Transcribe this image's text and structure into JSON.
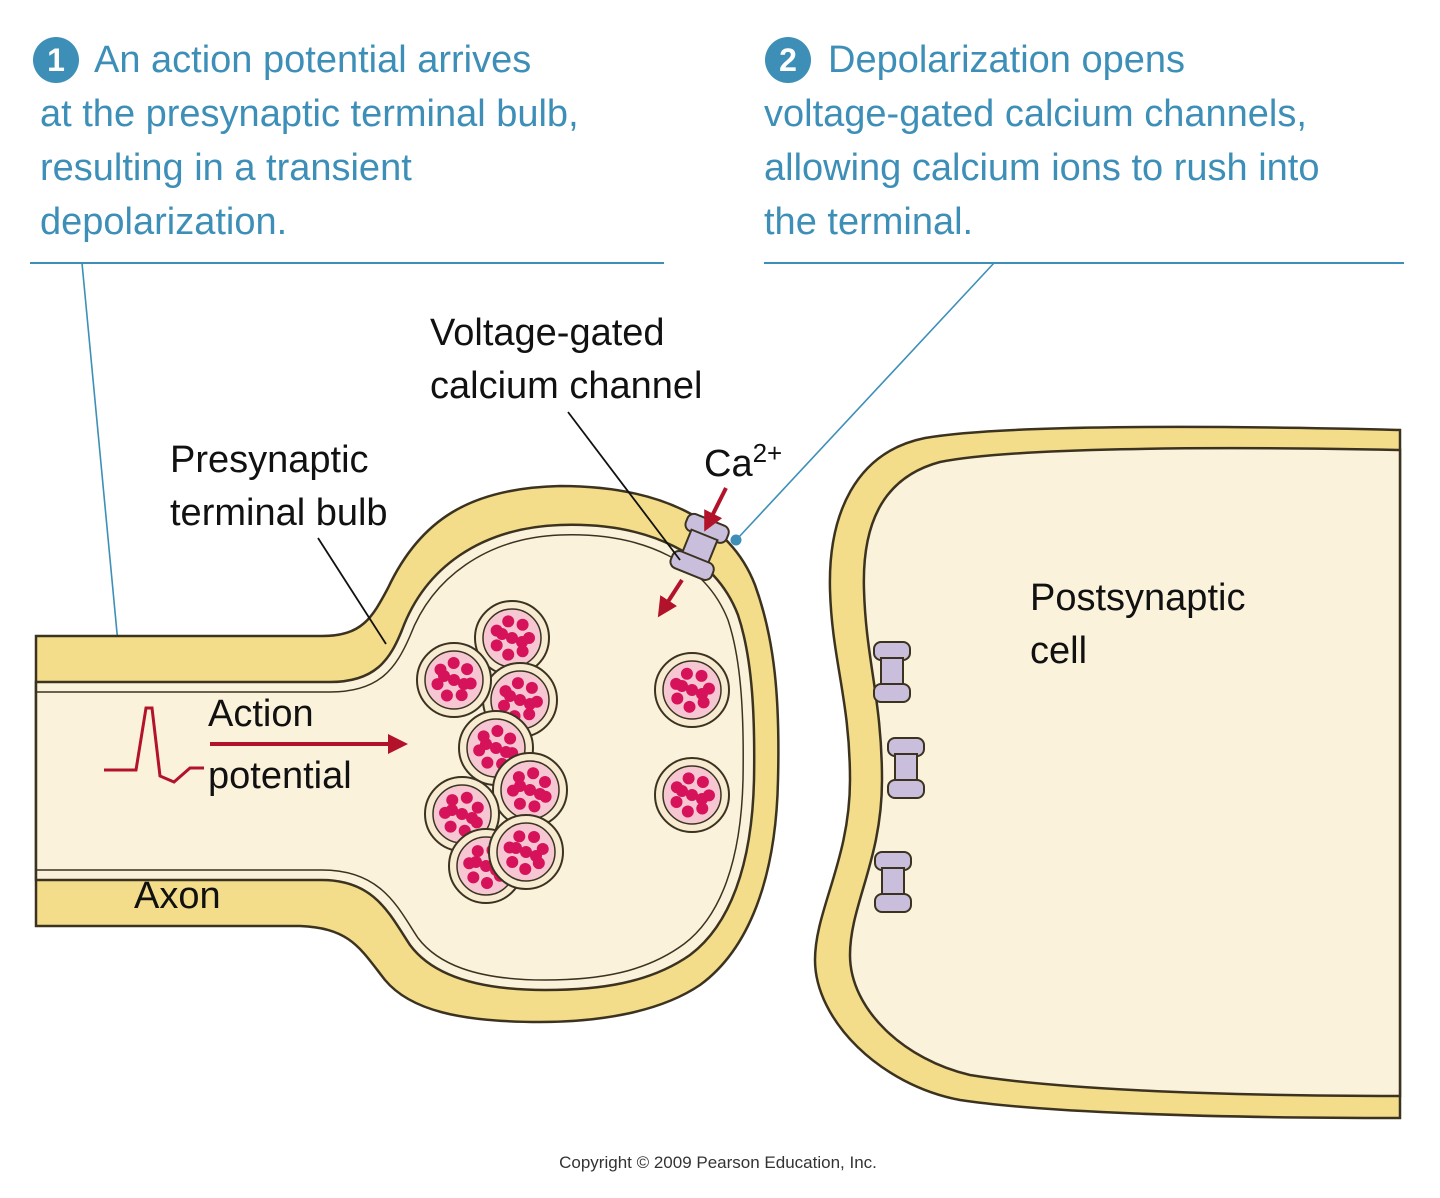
{
  "colors": {
    "membrane": "#f3dc8a",
    "cytoplasm": "#fbf2dc",
    "outline": "#3b3320",
    "caption": "#3d8fb8",
    "vesicle_fill": "#f6c7d3",
    "vesicle_dot": "#d6125a",
    "arrow": "#b3122b",
    "channel": "#c9bfdc"
  },
  "steps": [
    {
      "number": "1",
      "lines": [
        "An action potential arrives",
        "at the presynaptic terminal bulb,",
        "resulting in a transient",
        "depolarization."
      ]
    },
    {
      "number": "2",
      "lines": [
        "Depolarization opens",
        "voltage-gated calcium channels,",
        "allowing calcium ions to rush into",
        "the terminal."
      ]
    }
  ],
  "labels": {
    "channel_line1": "Voltage-gated",
    "channel_line2": "calcium channel",
    "bulb_line1": "Presynaptic",
    "bulb_line2": "terminal bulb",
    "ion": "Ca",
    "ion_charge": "2+",
    "ap_line1": "Action",
    "ap_line2": "potential",
    "axon": "Axon",
    "post_line1": "Postsynaptic",
    "post_line2": "cell"
  },
  "copyright": "Copyright © 2009 Pearson Education, Inc.",
  "icons": [
    "step-number-badge",
    "action-potential-spike",
    "arrow",
    "ion-channel",
    "synaptic-vesicle",
    "receptor"
  ]
}
